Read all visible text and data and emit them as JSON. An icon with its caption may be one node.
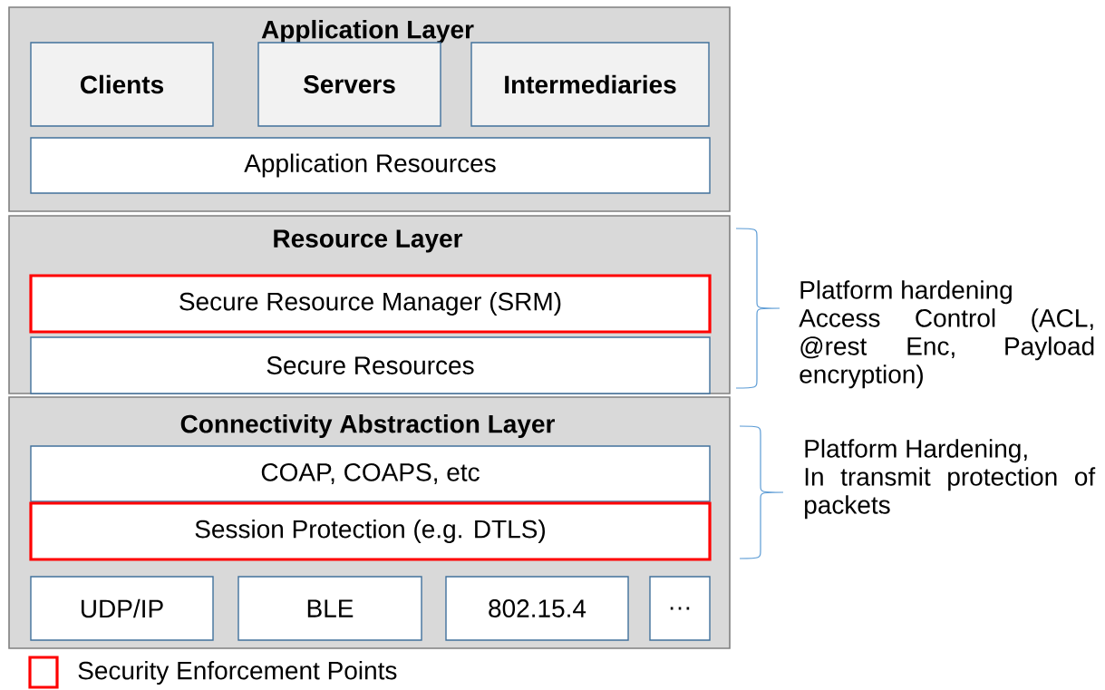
{
  "diagram": {
    "nodes": [
      {
        "text": [
          "Application Layer"
        ]
      },
      {
        "text": [
          "Clients"
        ],
        "in": 0
      },
      {
        "text": [
          "Servers"
        ],
        "in": 0
      },
      {
        "text": [
          "Intermediaries"
        ],
        "in": 0
      },
      {
        "text": [
          "Application Resources"
        ],
        "in": 0
      },
      {
        "text": [
          "Resource Layer"
        ]
      },
      {
        "text": [
          "Secure Resource Manager (SRM)"
        ],
        "in": 5
      },
      {
        "text": [
          "Secure Resources"
        ],
        "in": 5
      },
      {
        "text": [
          "Connectivity Abstraction Layer"
        ]
      },
      {
        "text": [
          "COAP, COAPS, etc"
        ],
        "in": 8
      },
      {
        "text": [
          "Session Protection (e.g. DTLS)"
        ],
        "in": 8
      },
      {
        "text": [
          "UDP/IP"
        ],
        "in": 8
      },
      {
        "text": [
          "BLE"
        ],
        "in": 8
      },
      {
        "text": [
          "802.15.4"
        ],
        "in": 8
      },
      {
        "text": [
          "…"
        ],
        "in": 8
      }
    ],
    "edges": [],
    "labels": [
      "Platform hardening",
      "Access Control (ACL, @rest Enc, Payload encryption)",
      "Platform Hardening,",
      "In transmit protection of packets"
    ],
    "legend": [
      {
        "text": "Security Enforcement Points",
        "color": "#ff0000"
      }
    ]
  }
}
